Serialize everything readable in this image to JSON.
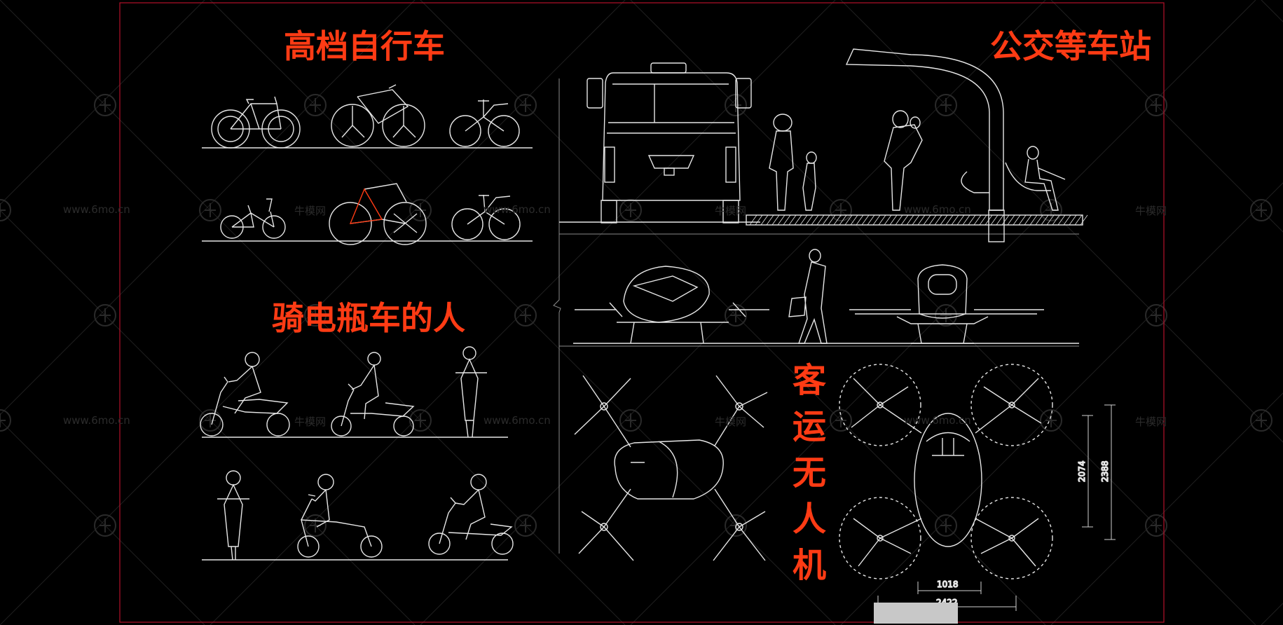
{
  "titles": {
    "bikes": "高档自行车",
    "bus_stop": "公交等车站",
    "riders": "骑电瓶车的人",
    "drone": "客运无人机"
  },
  "dimensions": {
    "dim_1018": "1018",
    "dim_2422": "2422",
    "dim_2074": "2074",
    "dim_2388": "2388"
  },
  "watermarks": {
    "site": "www.6mo.cn",
    "brand": "牛模网"
  },
  "colors": {
    "title": "#ff3b14",
    "lines": "#e6e6e6",
    "border": "#b3122a",
    "watermark": "#2b2b2b"
  }
}
